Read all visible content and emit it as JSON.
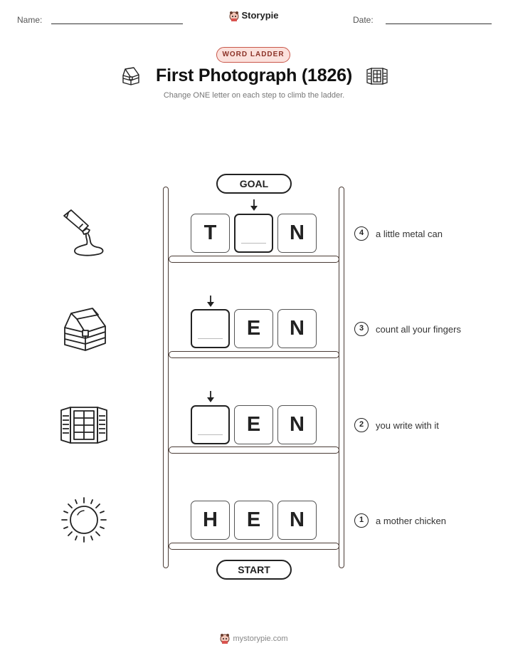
{
  "header": {
    "name_label": "Name:",
    "date_label": "Date:",
    "brand": "Storypie"
  },
  "badge": "WORD LADDER",
  "title": "First Photograph (1826)",
  "subtitle": "Change ONE letter on each step to climb the ladder.",
  "goal_label": "GOAL",
  "start_label": "START",
  "rows": [
    {
      "letters": [
        "T",
        "",
        "N"
      ],
      "number": "4",
      "clue": "a little metal can",
      "icon": "glue-bottle-icon"
    },
    {
      "letters": [
        "",
        "E",
        "N"
      ],
      "number": "3",
      "clue": "count all your fingers",
      "icon": "treasure-chest-icon"
    },
    {
      "letters": [
        "",
        "E",
        "N"
      ],
      "number": "2",
      "clue": "you write with it",
      "icon": "window-icon"
    },
    {
      "letters": [
        "H",
        "E",
        "N"
      ],
      "number": "1",
      "clue": "a mother chicken",
      "icon": "sun-icon"
    }
  ],
  "footer": "mystorypie.com"
}
